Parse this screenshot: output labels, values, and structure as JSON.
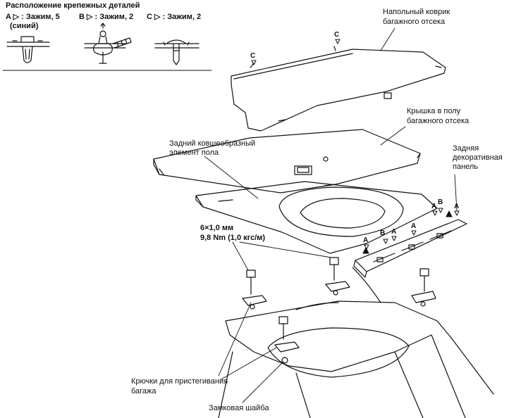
{
  "legend": {
    "title": "Расположение крепежных деталей",
    "clip_a": "A ▷ : Зажим, 5",
    "clip_a_note": "(синий)",
    "clip_b": "B ▷ : Зажим, 2",
    "clip_c": "C ▷ : Зажим, 2"
  },
  "labels": {
    "floor_mat_line1": "Напольный коврик",
    "floor_mat_line2": "багажного отсека",
    "floor_lid_line1": "Крышка в полу",
    "floor_lid_line2": "багажного отсека",
    "rear_tub_line1": "Задний ковшеобразный",
    "rear_tub_line2": "элемент пола",
    "rear_trim_line1": "Задняя",
    "rear_trim_line2": "декоративная",
    "rear_trim_line3": "панель",
    "bolt_spec_line1": "6×1,0 мм",
    "bolt_spec_line2": "9,8 Nm (1,0 кгс/м)",
    "hooks_line1": "Крючки для пристегивания",
    "hooks_line2": "багажа",
    "lock_washer": "Замковая шайба"
  },
  "callouts": {
    "c1": "C",
    "c2": "C",
    "a1": "A",
    "a2": "A",
    "a3": "A",
    "a4": "A",
    "a5": "A",
    "b1": "B",
    "b2": "B"
  }
}
